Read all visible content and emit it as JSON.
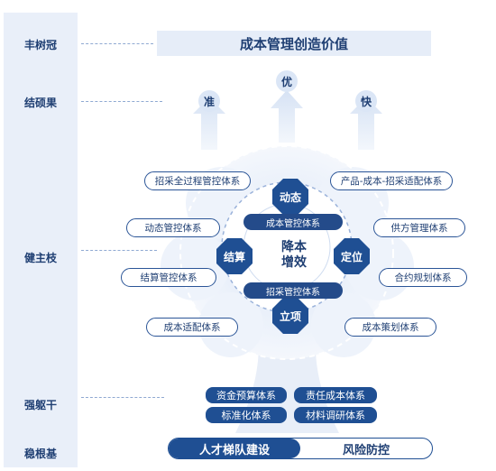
{
  "levels": {
    "crown": "丰树冠",
    "fruit": "结硕果",
    "branch": "健主枝",
    "trunk": "强躯干",
    "root": "稳根基"
  },
  "banner": "成本管理创造价值",
  "fruits": [
    "准",
    "优",
    "快"
  ],
  "left_systems": [
    "招采全过程管控体系",
    "动态管控体系",
    "结算管控体系",
    "成本适配体系"
  ],
  "right_systems": [
    "产品-成本-招采适配体系",
    "供方管理体系",
    "合约规划体系",
    "成本策划体系"
  ],
  "octagons": {
    "top": "动态",
    "left": "结算",
    "right": "定位",
    "bottom": "立项"
  },
  "inner_tags": {
    "top": "成本管控体系",
    "bottom": "招采管控体系"
  },
  "center": [
    "降本",
    "增效"
  ],
  "trunk_items": [
    "资金预算体系",
    "责任成本体系",
    "标准化体系",
    "材料调研体系"
  ],
  "root_items": [
    "人才梯队建设",
    "风险防控"
  ]
}
